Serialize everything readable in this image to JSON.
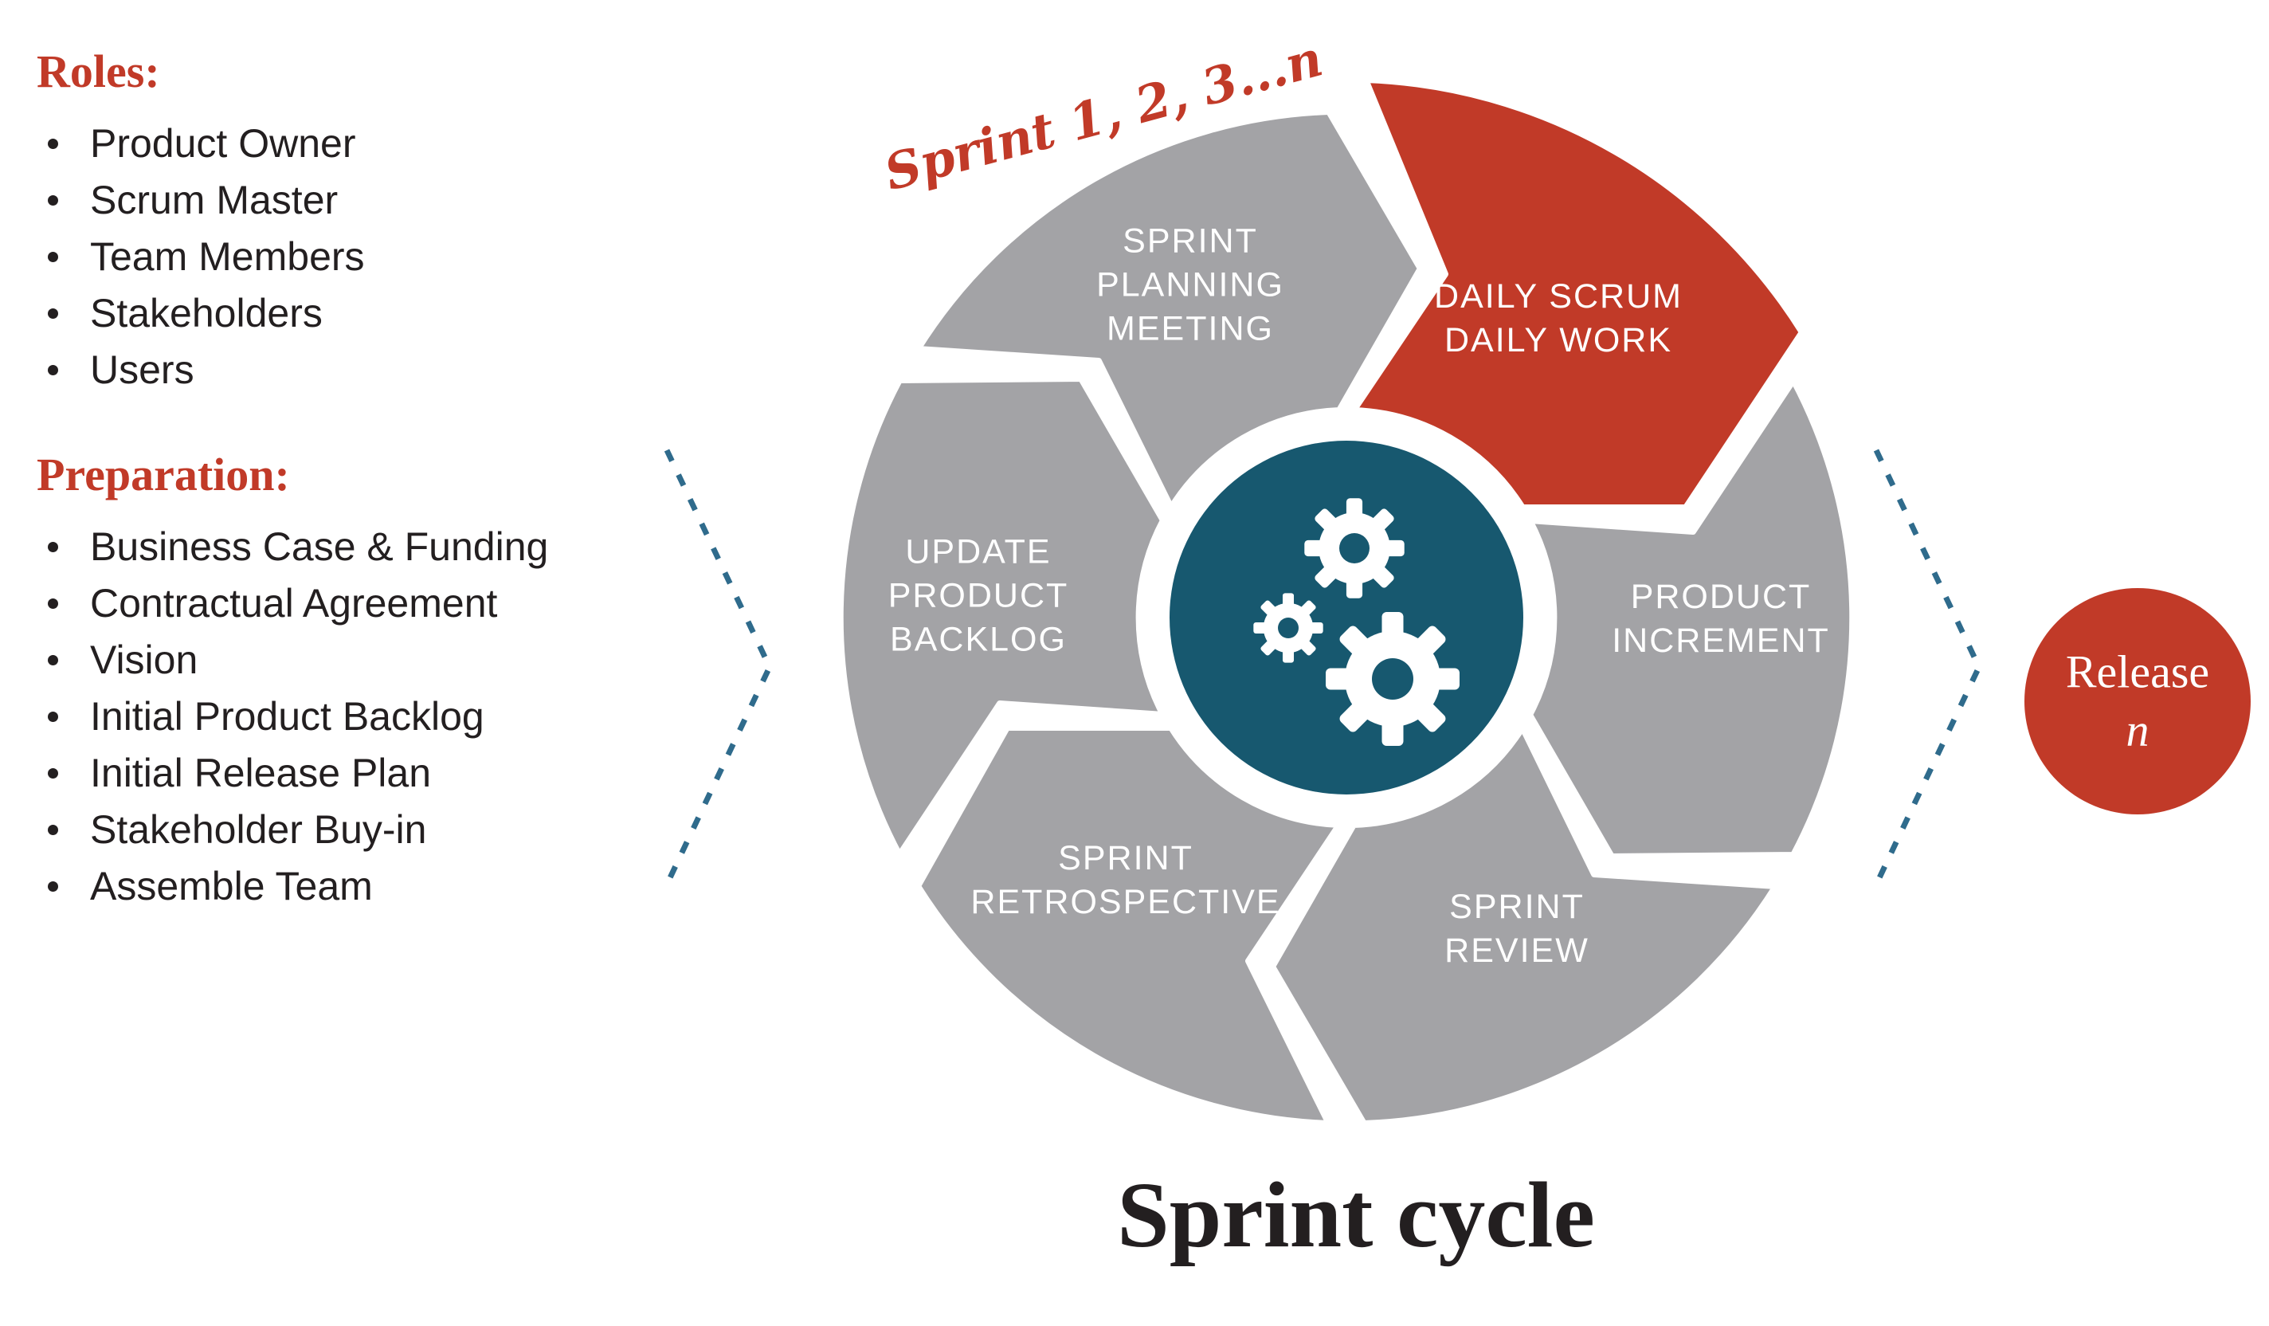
{
  "colors": {
    "red": "#c13a28",
    "gray": "#a3a3a6",
    "teal": "#17586f",
    "dark": "#231f20",
    "dash_blue": "#2f6b8c",
    "white": "#ffffff"
  },
  "roles": {
    "heading": "Roles:",
    "items": [
      "Product Owner",
      "Scrum Master",
      "Team Members",
      "Stakeholders",
      "Users"
    ]
  },
  "preparation": {
    "heading": "Preparation:",
    "items": [
      "Business Case & Funding",
      "Contractual Agreement",
      "Vision",
      "Initial Product Backlog",
      "Initial Release Plan",
      "Stakeholder Buy-in",
      "Assemble Team"
    ]
  },
  "cycle": {
    "sprint_sequence_label": "Sprint 1, 2, 3...n",
    "title": "Sprint cycle",
    "segments": [
      {
        "id": "sprint-planning-meeting",
        "label": "SPRINT\nPLANNING\nMEETING",
        "highlighted": false
      },
      {
        "id": "daily-scrum-daily-work",
        "label": "DAILY SCRUM\nDAILY WORK",
        "highlighted": true
      },
      {
        "id": "product-increment",
        "label": "PRODUCT\nINCREMENT",
        "highlighted": false
      },
      {
        "id": "sprint-review",
        "label": "SPRINT\nREVIEW",
        "highlighted": false
      },
      {
        "id": "sprint-retrospective",
        "label": "SPRINT\nRETROSPECTIVE",
        "highlighted": false
      },
      {
        "id": "update-product-backlog",
        "label": "UPDATE\nPRODUCT\nBACKLOG",
        "highlighted": false
      }
    ]
  },
  "release": {
    "line1": "Release",
    "line2": "n"
  }
}
